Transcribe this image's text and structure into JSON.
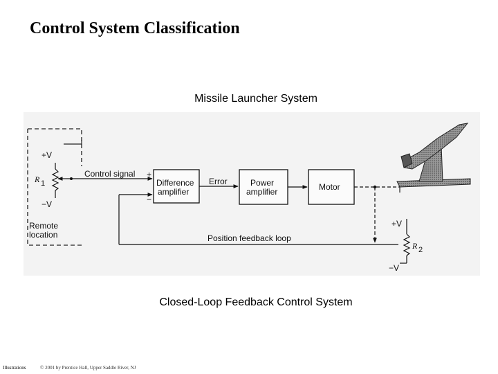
{
  "slide": {
    "title": "Control System Classification",
    "caption_top": "Missile Launcher System",
    "caption_bottom": "Closed-Loop Feedback Control System",
    "footer_label": "Illustrations",
    "footer_copy": "© 2001 by Prentice Hall, Upper Saddle River, NJ"
  },
  "diagram": {
    "remote_location": [
      "Remote",
      "location"
    ],
    "plus_v": "+V",
    "minus_v": "−V",
    "r1_letter": "R",
    "r1_sub": "1",
    "r2_letter": "R",
    "r2_sub": "2",
    "control_signal": "Control signal",
    "plus_sign": "+",
    "minus_sign": "−",
    "difference_amplifier": [
      "Difference",
      "amplifier"
    ],
    "error": "Error",
    "power_amplifier": [
      "Power",
      "amplifier"
    ],
    "motor": "Motor",
    "position_feedback_loop": "Position feedback loop"
  }
}
